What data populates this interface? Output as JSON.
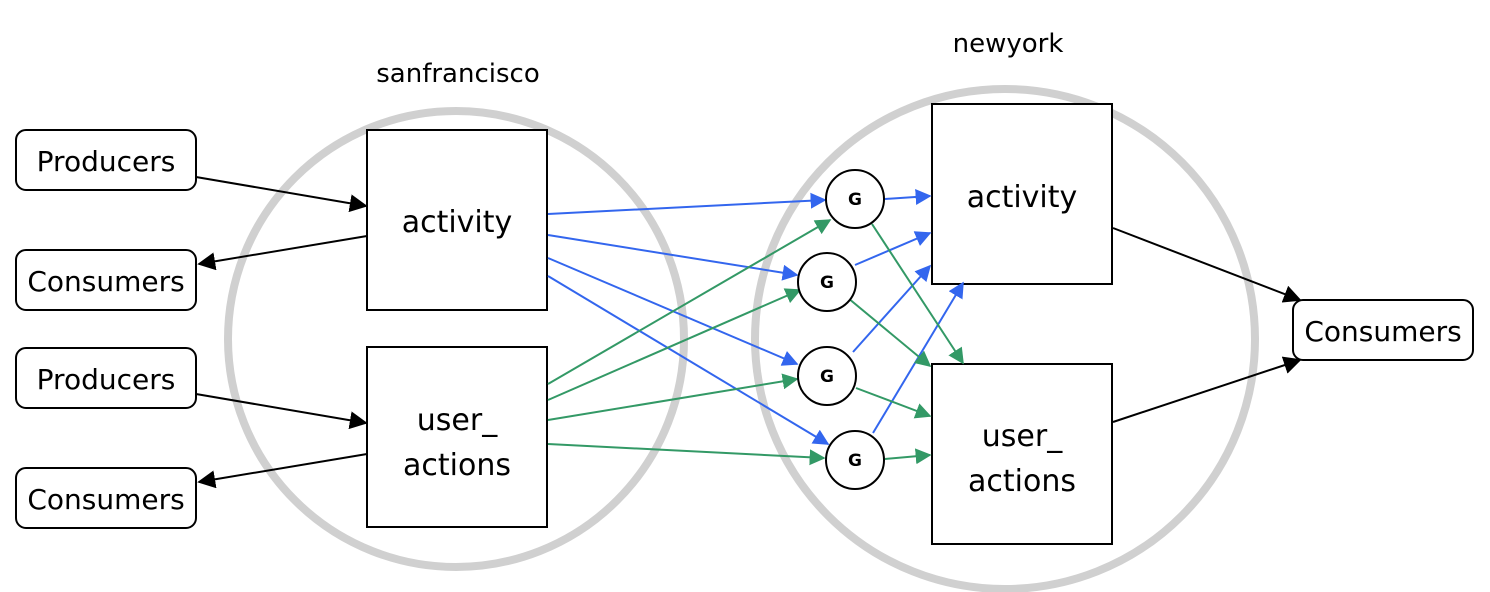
{
  "datacenters": {
    "left": {
      "name": "sanfrancisco"
    },
    "right": {
      "name": "newyork"
    }
  },
  "left_side": {
    "producers_top": "Producers",
    "consumers_top": "Consumers",
    "producers_bottom": "Producers",
    "consumers_bottom": "Consumers"
  },
  "topics": {
    "sf_activity": "activity",
    "sf_user_actions_line1": "user_",
    "sf_user_actions_line2": "actions",
    "ny_activity": "activity",
    "ny_user_actions_line1": "user_",
    "ny_user_actions_line2": "actions"
  },
  "gateways": {
    "label": "G"
  },
  "right_side": {
    "consumers": "Consumers"
  },
  "colors": {
    "activity_flow": "#3366ee",
    "user_actions_flow": "#339966",
    "datacenter_ring": "#d0d0d0",
    "client_flow": "#000000"
  }
}
